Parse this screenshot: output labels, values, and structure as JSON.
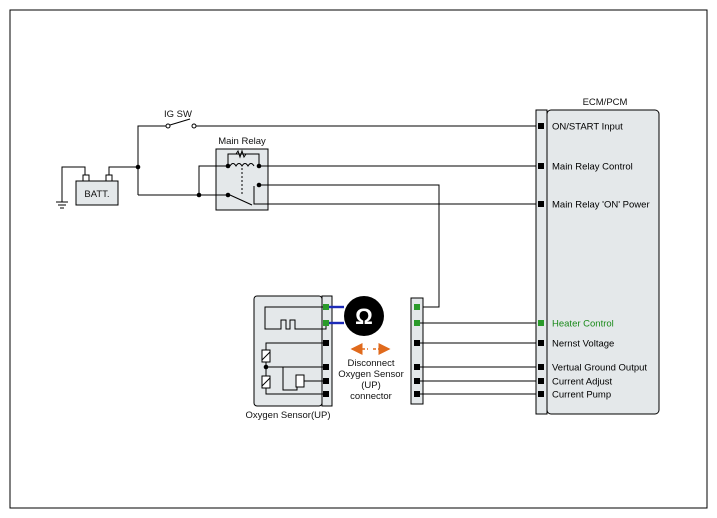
{
  "ecm": {
    "title": "ECM/PCM",
    "pins": [
      {
        "label": "ON/START Input",
        "color": "#000000"
      },
      {
        "label": "Main Relay Control",
        "color": "#000000"
      },
      {
        "label": "Main Relay 'ON' Power",
        "color": "#000000"
      },
      {
        "label": "Heater Control",
        "color": "#1a8a1a"
      },
      {
        "label": "Nernst Voltage",
        "color": "#000000"
      },
      {
        "label": "Vertual Ground Output",
        "color": "#000000"
      },
      {
        "label": "Current Adjust",
        "color": "#000000"
      },
      {
        "label": "Current Pump",
        "color": "#000000"
      }
    ]
  },
  "ig_switch_label": "IG SW",
  "main_relay_label": "Main Relay",
  "battery_label": "BATT.",
  "sensor_label": "Oxygen Sensor(UP)",
  "meter": {
    "icon": "ohm-meter-icon",
    "symbol": "Ω"
  },
  "instruction": [
    "Disconnect",
    "Oxygen Sensor",
    "(UP)",
    "connector"
  ],
  "colors": {
    "green_pin": "#2a9a2a",
    "probe_lead": "#1c2ab8",
    "arrow": "#e06a1c",
    "box_fill": "#e4e8ea"
  }
}
